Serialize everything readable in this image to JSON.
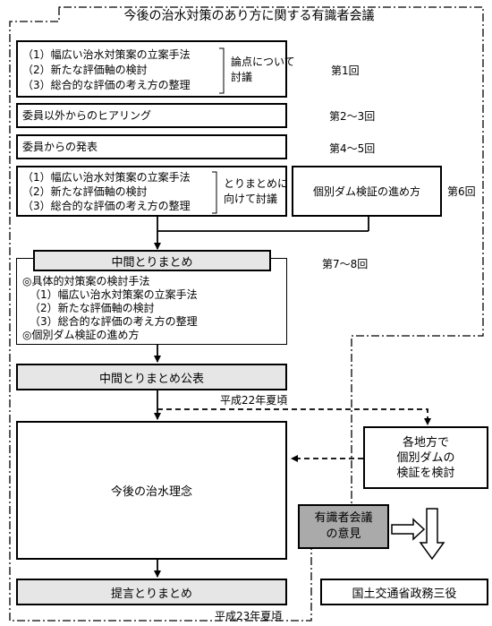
{
  "title": "今後の治水対策のあり方に関する有識者会議",
  "stage1": {
    "items": [
      "（1）幅広い治水対策案の立案手法",
      "（2）新たな評価軸の検討",
      "（3）総合的な評価の考え方の整理"
    ],
    "note_line1": "論点について",
    "note_line2": "討議",
    "session": "第1回"
  },
  "hearing": {
    "label": "委員以外からのヒアリング",
    "session": "第2～3回"
  },
  "presentation": {
    "label": "委員からの発表",
    "session": "第4～5回"
  },
  "stage4": {
    "items": [
      "（1）幅広い治水対策案の立案手法",
      "（2）新たな評価軸の検討",
      "（3）総合的な評価の考え方の整理"
    ],
    "note_line1": "とりまとめに",
    "note_line2": "向けて討議",
    "dam_box": "個別ダム検証の進め方",
    "session": "第6回"
  },
  "interim": {
    "title": "中間とりまとめ",
    "session": "第7～8回",
    "lines": [
      "◎具体的対策案の検討手法",
      "（1）幅広い治水対策案の立案手法",
      "（2）新たな評価軸の検討",
      "（3）総合的な評価の考え方の整理",
      "◎個別ダム検証の進め方"
    ]
  },
  "publish": {
    "label": "中間とりまとめ公表",
    "date": "平成22年夏頃"
  },
  "regional": {
    "line1": "各地方で",
    "line2": "個別ダムの",
    "line3": "検証を検討"
  },
  "philosophy": {
    "label": "今後の治水理念"
  },
  "opinion": {
    "line1": "有識者会議",
    "line2": "の意見"
  },
  "proposal": {
    "label": "提言とりまとめ",
    "date": "平成23年夏頃"
  },
  "ministry": {
    "label": "国土交通省政務三役"
  }
}
